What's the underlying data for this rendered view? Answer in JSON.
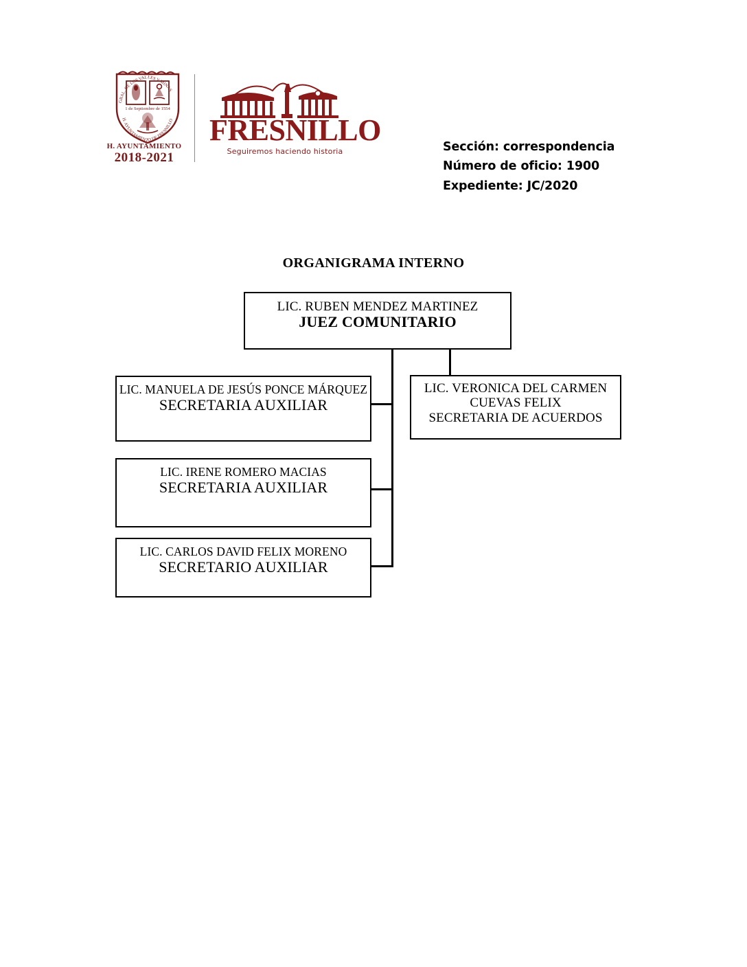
{
  "document": {
    "letterhead": {
      "crest": {
        "icon": "coat-of-arms-shield",
        "line1": "H. AYUNTAMIENTO",
        "line2": "2018-2021"
      },
      "brand": {
        "icon": "fresnillo-monument-logo",
        "wordmark_lead": "F",
        "wordmark_rest": "RESNILL",
        "wordmark_tail": "O",
        "wordmark_full": "FRESNILLO",
        "tagline": "Seguiremos haciendo historia"
      },
      "accent_color": "#8b1a1a"
    },
    "meta": {
      "seccion": "Sección: correspondencia",
      "numero_oficio": "Número de oficio: 1900",
      "expediente": "Expediente: JC/2020"
    },
    "chart": {
      "title": "ORGANIGRAMA INTERNO",
      "root": {
        "name": "LIC. RUBEN MENDEZ MARTINEZ",
        "role": "JUEZ COMUNITARIO"
      },
      "nodes": [
        {
          "name": "LIC. MANUELA DE JESÚS PONCE MÁRQUEZ",
          "role": "SECRETARIA AUXILIAR"
        },
        {
          "name": "LIC. IRENE ROMERO MACIAS",
          "role": "SECRETARIA AUXILIAR"
        },
        {
          "name": "LIC. CARLOS DAVID FELIX MORENO",
          "role": "SECRETARIO AUXILIAR"
        },
        {
          "name_line1": "LIC.  VERONICA DEL CARMEN",
          "name_line2": "CUEVAS FELIX",
          "role": "SECRETARIA DE ACUERDOS"
        }
      ]
    }
  }
}
